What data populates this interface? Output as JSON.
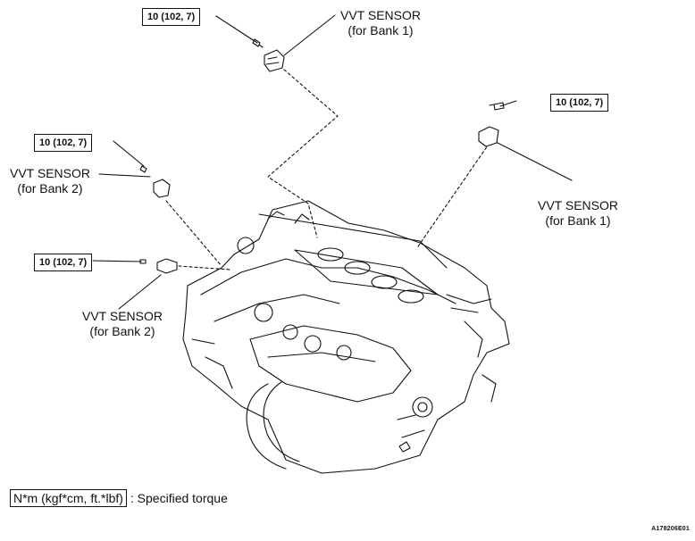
{
  "callouts": [
    {
      "torque": "10 (102, 7)",
      "sensor": "VVT SENSOR",
      "bank": "(for Bank 1)"
    },
    {
      "torque": "10 (102, 7)",
      "sensor": "VVT SENSOR",
      "bank": "(for Bank 1)"
    },
    {
      "torque": "10 (102, 7)",
      "sensor": "VVT SENSOR",
      "bank": "(for Bank 2)"
    },
    {
      "torque": "10 (102, 7)",
      "sensor": "VVT SENSOR",
      "bank": "(for Bank 2)"
    }
  ],
  "legend": {
    "unit": "N*m (kgf*cm, ft.*lbf)",
    "text": ": Specified torque"
  },
  "figure_code": "A178206E01"
}
